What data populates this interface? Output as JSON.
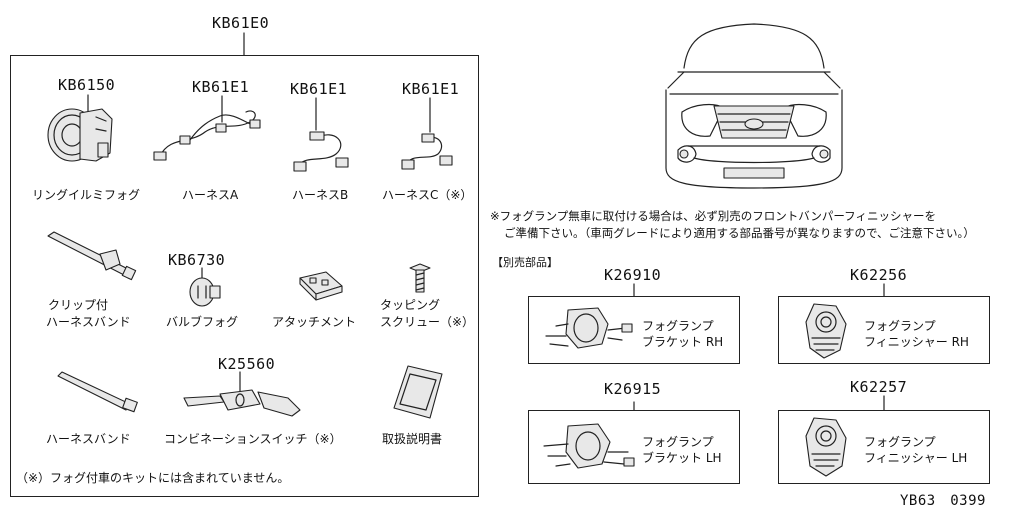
{
  "kit": {
    "code": "KB61E0",
    "note": "（※）フォグ付車のキットには含まれていません。"
  },
  "parts": {
    "fog_lamp": {
      "code": "KB6150",
      "label": "リングイルミフォグ"
    },
    "harness_a": {
      "code": "KB61E1",
      "label": "ハーネスA"
    },
    "harness_b": {
      "code": "KB61E1",
      "label": "ハーネスB"
    },
    "harness_c": {
      "code": "KB61E1",
      "label": "ハーネスC（※）"
    },
    "clip_band": {
      "label_line1": "クリップ付",
      "label_line2": "ハーネスバンド"
    },
    "bulb": {
      "code": "KB6730",
      "label": "バルブフォグ"
    },
    "attachment": {
      "label": "アタッチメント"
    },
    "screw": {
      "label_line1": "タッピング",
      "label_line2": "スクリュー（※）"
    },
    "band": {
      "label": "ハーネスバンド"
    },
    "switch": {
      "code": "K25560",
      "label": "コンビネーションスイッチ（※）"
    },
    "manual": {
      "label": "取扱説明書"
    }
  },
  "notice": {
    "line1": "※フォグランプ無車に取付ける場合は、必ず別売のフロントバンパーフィニッシャーを",
    "line2": "ご準備下さい。（車両グレードにより適用する部品番号が異なりますので、ご注意下さい。）"
  },
  "separate": {
    "heading": "【別売部品】",
    "items": [
      {
        "code": "K26910",
        "line1": "フォグランプ",
        "line2": "ブラケット RH"
      },
      {
        "code": "K62256",
        "line1": "フォグランプ",
        "line2": "フィニッシャー RH"
      },
      {
        "code": "K26915",
        "line1": "フォグランプ",
        "line2": "ブラケット LH"
      },
      {
        "code": "K62257",
        "line1": "フォグランプ",
        "line2": "フィニッシャー LH"
      }
    ]
  },
  "page_code": "YB63　0399"
}
